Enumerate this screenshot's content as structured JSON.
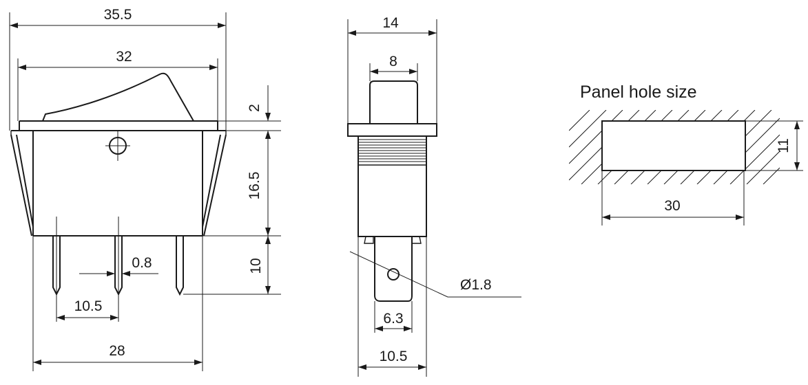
{
  "front_view": {
    "overall_width": "35.5",
    "actuator_width": "32",
    "cap_height": "2",
    "body_height": "16.5",
    "terminal_length": "10",
    "terminal_thickness": "0.8",
    "terminal_pitch": "10.5",
    "terminal_span": "28"
  },
  "side_view": {
    "overall_width": "14",
    "actuator_width": "8",
    "hole_diameter": "Ø1.8",
    "terminal_width": "6.3",
    "body_width": "10.5"
  },
  "panel": {
    "title": "Panel hole size",
    "width": "30",
    "height": "11"
  }
}
